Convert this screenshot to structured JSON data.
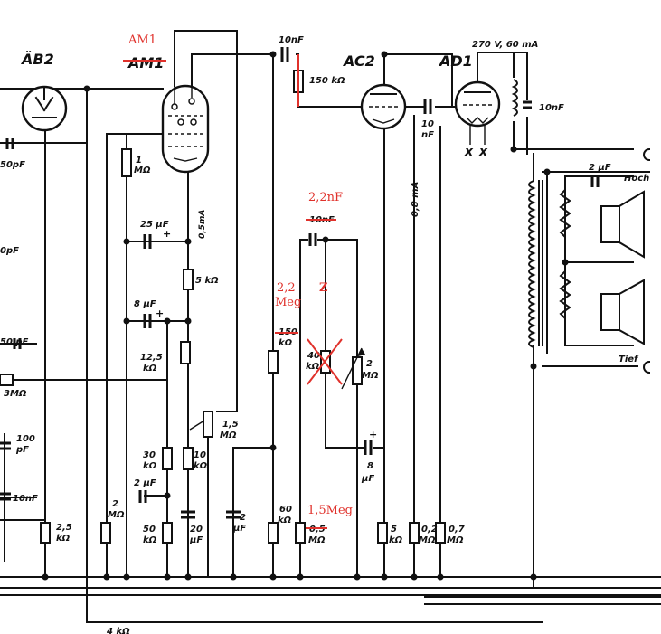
{
  "tubes": {
    "ab2": "ÄB2",
    "am1_old": "AM1",
    "ac2": "AC2",
    "ad1": "AD1"
  },
  "annotations": {
    "am1_new": "AM1",
    "cap_2_2nF": "2,2nF",
    "res_2_2_line1": "2,2",
    "res_2_2_line2": "Meg",
    "res_1_5Meg": "1,5Meg",
    "z_mark": "Z"
  },
  "labels": {
    "c_10nF_top": "10nF",
    "r_150k": "150 kΩ",
    "supply": "270 V, 60 mA",
    "c_10nF_ad1": "10nF",
    "c_10_nF_couple_a": "10",
    "c_10_nF_couple_b": "nF",
    "r_1M_a": "1",
    "r_1M_b": "MΩ",
    "c_50pF_left": "50pF",
    "pf_left2": "0pF",
    "c_25uF": "25 µF",
    "i_05mA": "0,5mA",
    "r_5k": "5 kΩ",
    "c_8uF": "8 µF",
    "r_12_5k_a": "12,5",
    "r_12_5k_b": "kΩ",
    "c_50pF_left3": "50 pF",
    "r_3M": "3MΩ",
    "c_100pF_a": "100",
    "c_100pF_b": "pF",
    "c_10nF_left": "10nF",
    "r_2_5k_a": "2,5",
    "r_2_5k_b": "kΩ",
    "r_2M_a": "2",
    "r_2M_b": "MΩ",
    "r_30k_a": "30",
    "r_30k_b": "kΩ",
    "c_2uF_mid": "2 µF",
    "r_50k_a": "50",
    "r_50k_b": "kΩ",
    "r_10k_a": "10",
    "r_10k_b": "kΩ",
    "c_20uF_a": "20",
    "c_20uF_b": "µF",
    "pot_1_5M_a": "1,5",
    "pot_1_5M_b": "MΩ",
    "c_2uF_vert_a": "2",
    "c_2uF_vert_b": "µF",
    "r_60k_a": "60",
    "r_60k_b": "kΩ",
    "r_0_5M_a": "0,5",
    "r_0_5M_b": "MΩ",
    "r_150k_b_a": "150",
    "r_150k_b_b": "kΩ",
    "c_10nF_struck": "10nF",
    "r_40k_a": "40",
    "r_40k_b": "kΩ",
    "pot_2M_a": "2",
    "pot_2M_b": "MΩ",
    "c_8uF_right_a": "8",
    "c_8uF_right_b": "µF",
    "i_08mA": "0,8 mA",
    "r_5k_right_a": "5",
    "r_5k_right_b": "kΩ",
    "r_0_2M_a": "0,2",
    "r_0_2M_b": "MΩ",
    "r_0_7M_a": "0,7",
    "r_0_7M_b": "MΩ",
    "c_2uF_spk": "2 µF",
    "hoch": "Hoch",
    "tief": "Tief",
    "bottom_partial": "4 kΩ",
    "plus1": "+",
    "plus2": "+",
    "plus3": "+"
  },
  "colors": {
    "ink": "#111111",
    "annotation": "#e0312b"
  }
}
